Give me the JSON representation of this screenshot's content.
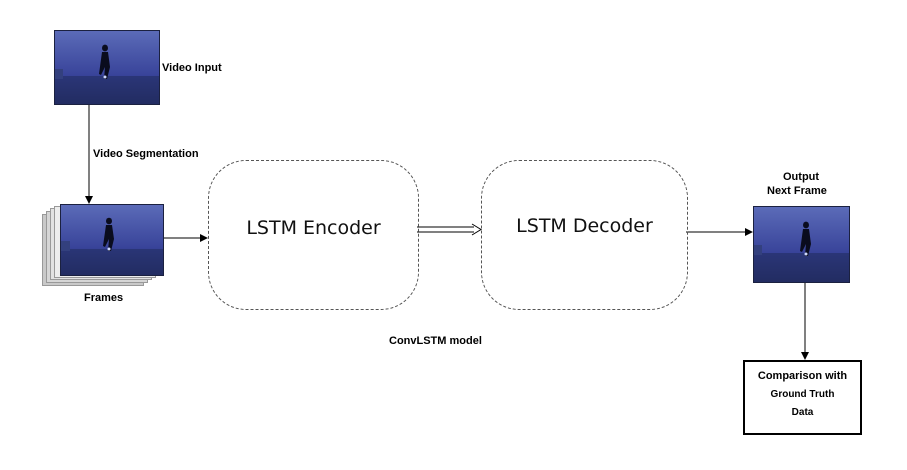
{
  "labels": {
    "video_input": "Video Input",
    "video_segmentation": "Video Segmentation",
    "frames": "Frames",
    "convlstm_model": "ConvLSTM model",
    "output_line1": "Output",
    "output_line2": "Next Frame"
  },
  "encoder": {
    "title": "LSTM Encoder"
  },
  "decoder": {
    "title": "LSTM Decoder"
  },
  "comparison": {
    "line1": "Comparison with",
    "line2": "Ground Truth",
    "line3": "Data"
  },
  "colors": {
    "sky_top": "#5b6bb8",
    "sky_bottom": "#2a336e",
    "ground": "#1d2350",
    "box_border": "#555555"
  }
}
